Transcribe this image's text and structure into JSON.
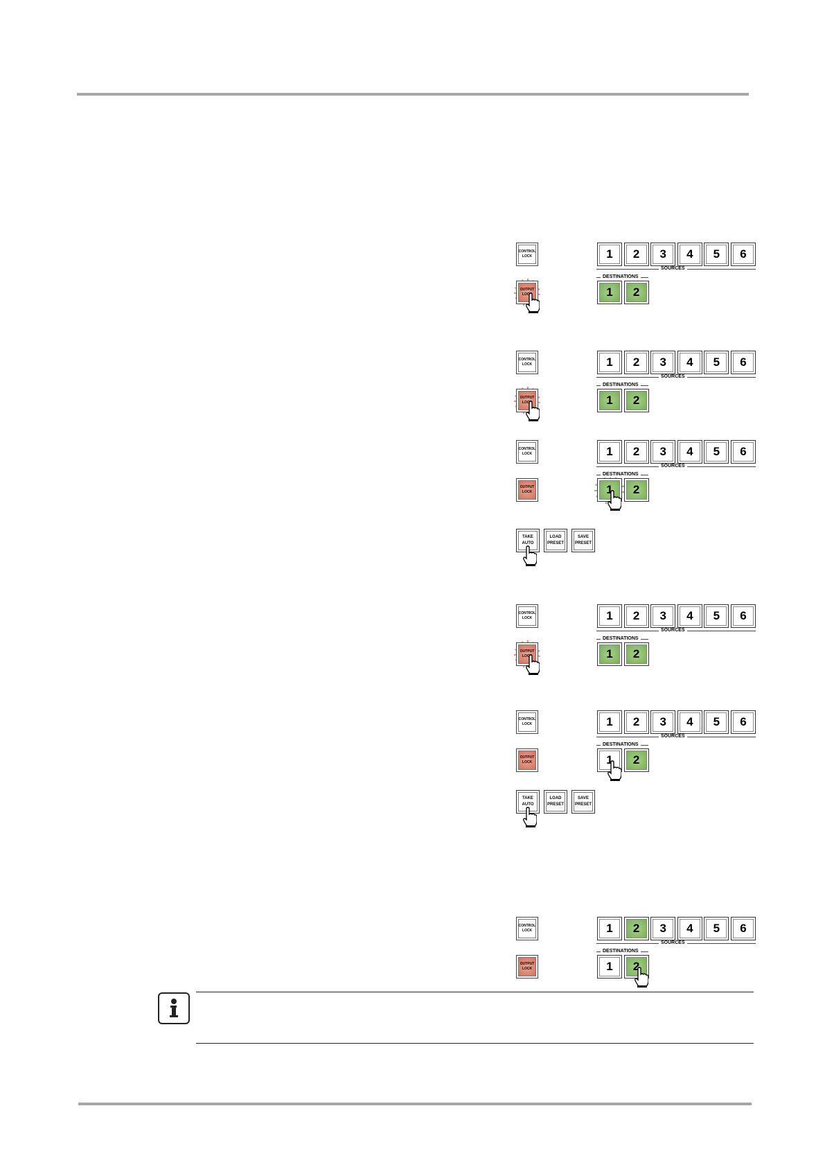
{
  "panels": {
    "control_lock": [
      "CONTROL",
      "LOCK"
    ],
    "output_lock": [
      "OUTPUT",
      "LOCK"
    ],
    "sources_label": "SOURCES",
    "destinations_label": "DESTINATIONS",
    "sources": [
      "1",
      "2",
      "3",
      "4",
      "5",
      "6"
    ],
    "destinations": [
      "1",
      "2"
    ]
  },
  "take_panel": {
    "take": [
      "TAKE",
      "AUTO"
    ],
    "load": [
      "LOAD",
      "PRESET"
    ],
    "save": [
      "SAVE",
      "PRESET"
    ]
  },
  "colors": {
    "rule": "#a7a7a7",
    "red_button": "#d67864",
    "green_button": "#7cb35c"
  },
  "icons": {
    "hand": "pointing-hand-icon",
    "info": "info-icon"
  }
}
